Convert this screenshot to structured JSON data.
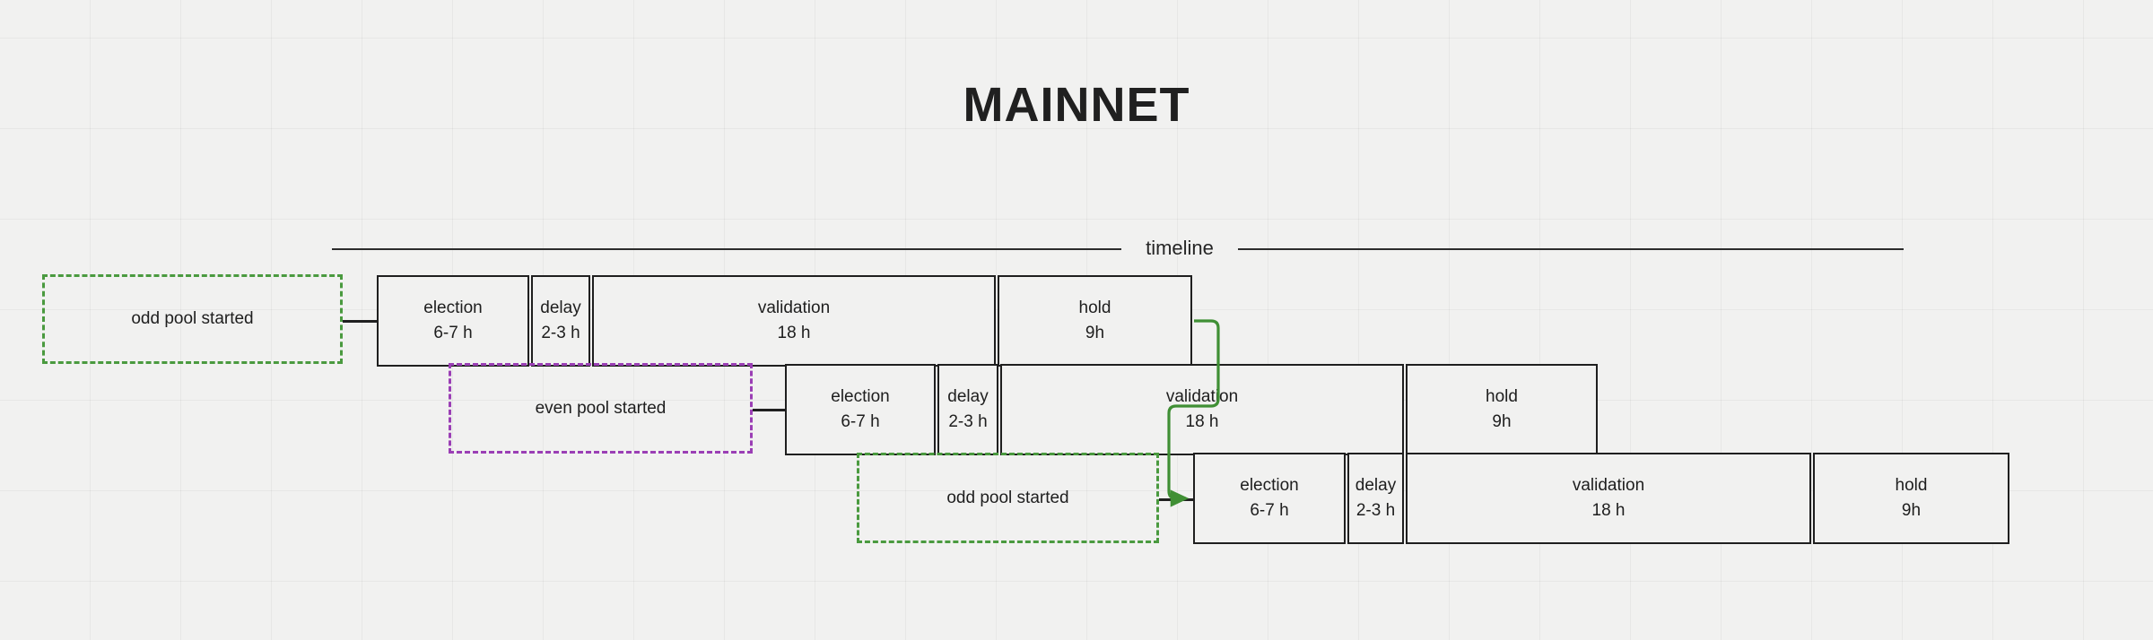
{
  "title": "MAINNET",
  "axis": {
    "label": "timeline"
  },
  "colors": {
    "background": "#f1f1f0",
    "box_border": "#1f1f1f",
    "text": "#1e1e1e",
    "green": "#4a9a3f",
    "purple": "#9b3fb5"
  },
  "rows": [
    {
      "id": "row-1",
      "phases": [
        {
          "name": "election",
          "duration": "6-7 h"
        },
        {
          "name": "delay",
          "duration": "2-3 h"
        },
        {
          "name": "validation",
          "duration": "18 h"
        },
        {
          "name": "hold",
          "duration": "9h"
        }
      ]
    },
    {
      "id": "row-2",
      "phases": [
        {
          "name": "election",
          "duration": "6-7 h"
        },
        {
          "name": "delay",
          "duration": "2-3 h"
        },
        {
          "name": "validation",
          "duration": "18 h"
        },
        {
          "name": "hold",
          "duration": "9h"
        }
      ]
    },
    {
      "id": "row-3",
      "phases": [
        {
          "name": "election",
          "duration": "6-7 h"
        },
        {
          "name": "delay",
          "duration": "2-3 h"
        },
        {
          "name": "validation",
          "duration": "18 h"
        },
        {
          "name": "hold",
          "duration": "9h"
        }
      ]
    }
  ],
  "annotations": [
    {
      "id": "annot-1",
      "label": "odd pool started",
      "style": "green"
    },
    {
      "id": "annot-2",
      "label": "even pool started",
      "style": "purple"
    },
    {
      "id": "annot-3",
      "label": "odd pool started",
      "style": "green"
    }
  ]
}
